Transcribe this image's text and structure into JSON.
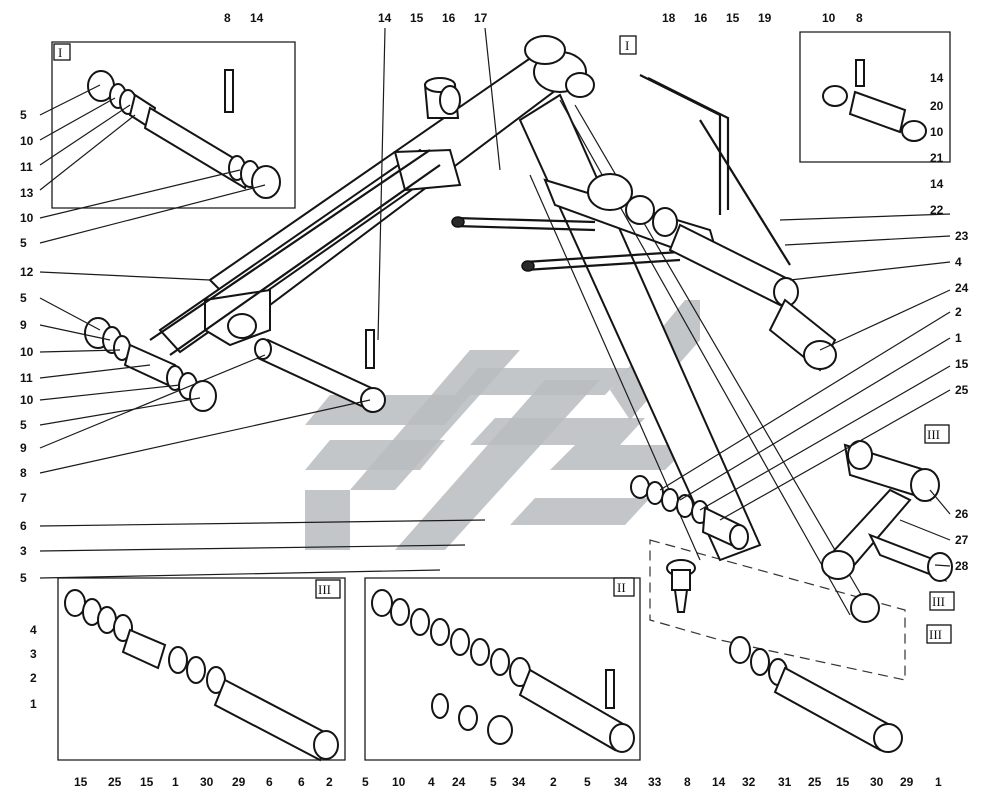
{
  "diagram": {
    "callouts": {
      "inset_I_left": {
        "tag": "I",
        "labels": [
          "8",
          "14",
          "5",
          "10",
          "11",
          "13",
          "10",
          "5"
        ]
      },
      "inset_I_right": {
        "tag": "I",
        "labels": [
          "10",
          "8",
          "14",
          "20",
          "10",
          "21",
          "14",
          "22"
        ]
      },
      "top_center": [
        "14",
        "15",
        "16",
        "17",
        "18",
        "16",
        "15",
        "19"
      ],
      "left_column": [
        "12",
        "5",
        "9",
        "10",
        "11",
        "10",
        "5",
        "9",
        "8",
        "7",
        "6",
        "3",
        "5"
      ],
      "right_column": [
        "23",
        "4",
        "24",
        "2",
        "1",
        "15",
        "25",
        "26",
        "27",
        "28"
      ],
      "inset_III": {
        "tag": "III",
        "side_labels": [
          "4",
          "3",
          "2",
          "1"
        ],
        "bottom_labels": [
          "15",
          "25",
          "15",
          "1",
          "30",
          "29",
          "6"
        ]
      },
      "inset_II": {
        "tag": "II",
        "bottom_labels": [
          "6",
          "2",
          "5",
          "10",
          "4",
          "24",
          "5",
          "34",
          "2",
          "5",
          "34",
          "33",
          "8"
        ]
      },
      "bottom_right": [
        "14",
        "32",
        "31",
        "25",
        "15",
        "30",
        "29",
        "1"
      ],
      "section_tags": [
        "I",
        "II",
        "III",
        "III",
        "III"
      ]
    }
  }
}
